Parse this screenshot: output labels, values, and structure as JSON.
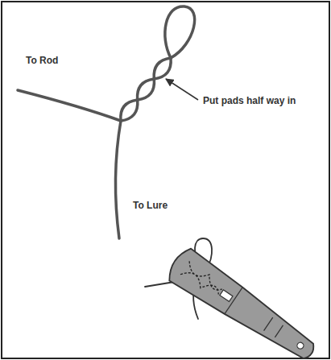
{
  "diagram": {
    "labels": [
      "To Rod",
      "Put pads half way in",
      "To Lure"
    ]
  }
}
